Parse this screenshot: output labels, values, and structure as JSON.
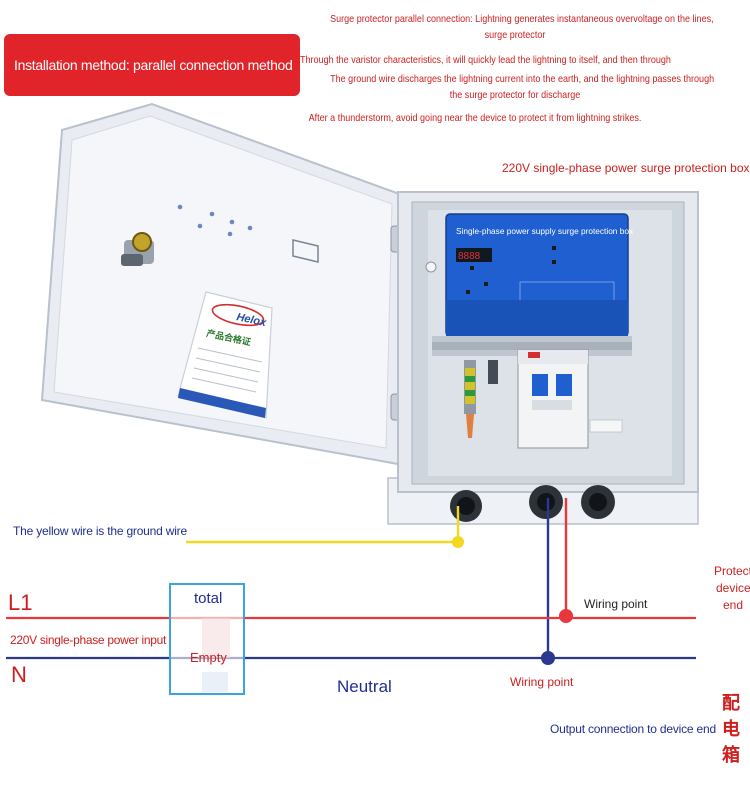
{
  "banner": {
    "text": "Installation method: parallel connection method"
  },
  "notes": {
    "line1a": "Surge protector parallel connection: Lightning generates instantaneous overvoltage on the lines,",
    "line1b": "surge protector",
    "line2": "Through the varistor characteristics, it will quickly lead the lightning to itself, and then through",
    "line3a": "The ground wire discharges the lightning current into the earth, and the lightning passes through",
    "line3b": "the surge protector for discharge",
    "line4": "After a thunderstorm, avoid going near the device to protect it from lightning strikes."
  },
  "box_title": "220V single-phase power surge protection box",
  "device": {
    "panel_title": "Single-phase power supply surge protection box",
    "display": "8888",
    "brand": "Helox",
    "certificate_title": "产品合格证"
  },
  "labels": {
    "ground": "The yellow wire is the ground wire",
    "L1": "L1",
    "N": "N",
    "total": "total",
    "empty": "Empty",
    "power_input": "220V single-phase power input",
    "neutral": "Neutral",
    "wiring_point_upper": "Wiring point",
    "wiring_point_lower": "Wiring point",
    "output": "Output connection to device end",
    "protect_1": "Protect",
    "protect_2": "device",
    "protect_3": "end",
    "cjk_1": "配",
    "cjk_2": "电",
    "cjk_3": "箱"
  },
  "colors": {
    "red": "#cc2020",
    "blue": "#1f2f8f",
    "yellow": "#f2d820",
    "wire_red": "#e8383d",
    "wire_blue": "#2b3890",
    "device_blue": "#1f5fd0"
  }
}
